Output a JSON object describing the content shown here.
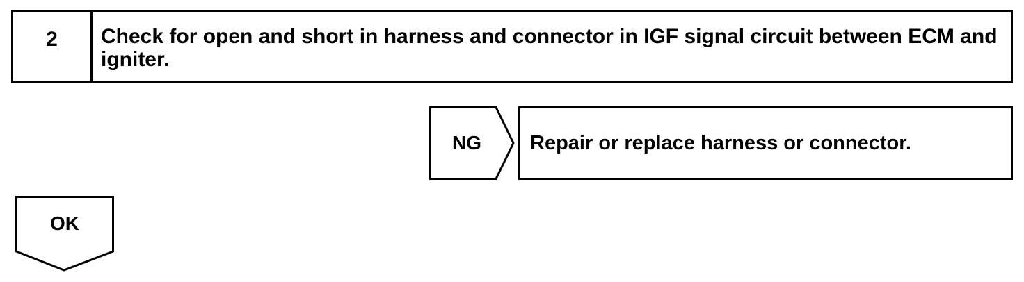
{
  "step": {
    "number": "2",
    "text": "Check for open and short in harness and connector in IGF signal circuit between ECM and igniter."
  },
  "ng_branch": {
    "label": "NG",
    "action": "Repair or replace harness or connector."
  },
  "ok_branch": {
    "label": "OK"
  }
}
